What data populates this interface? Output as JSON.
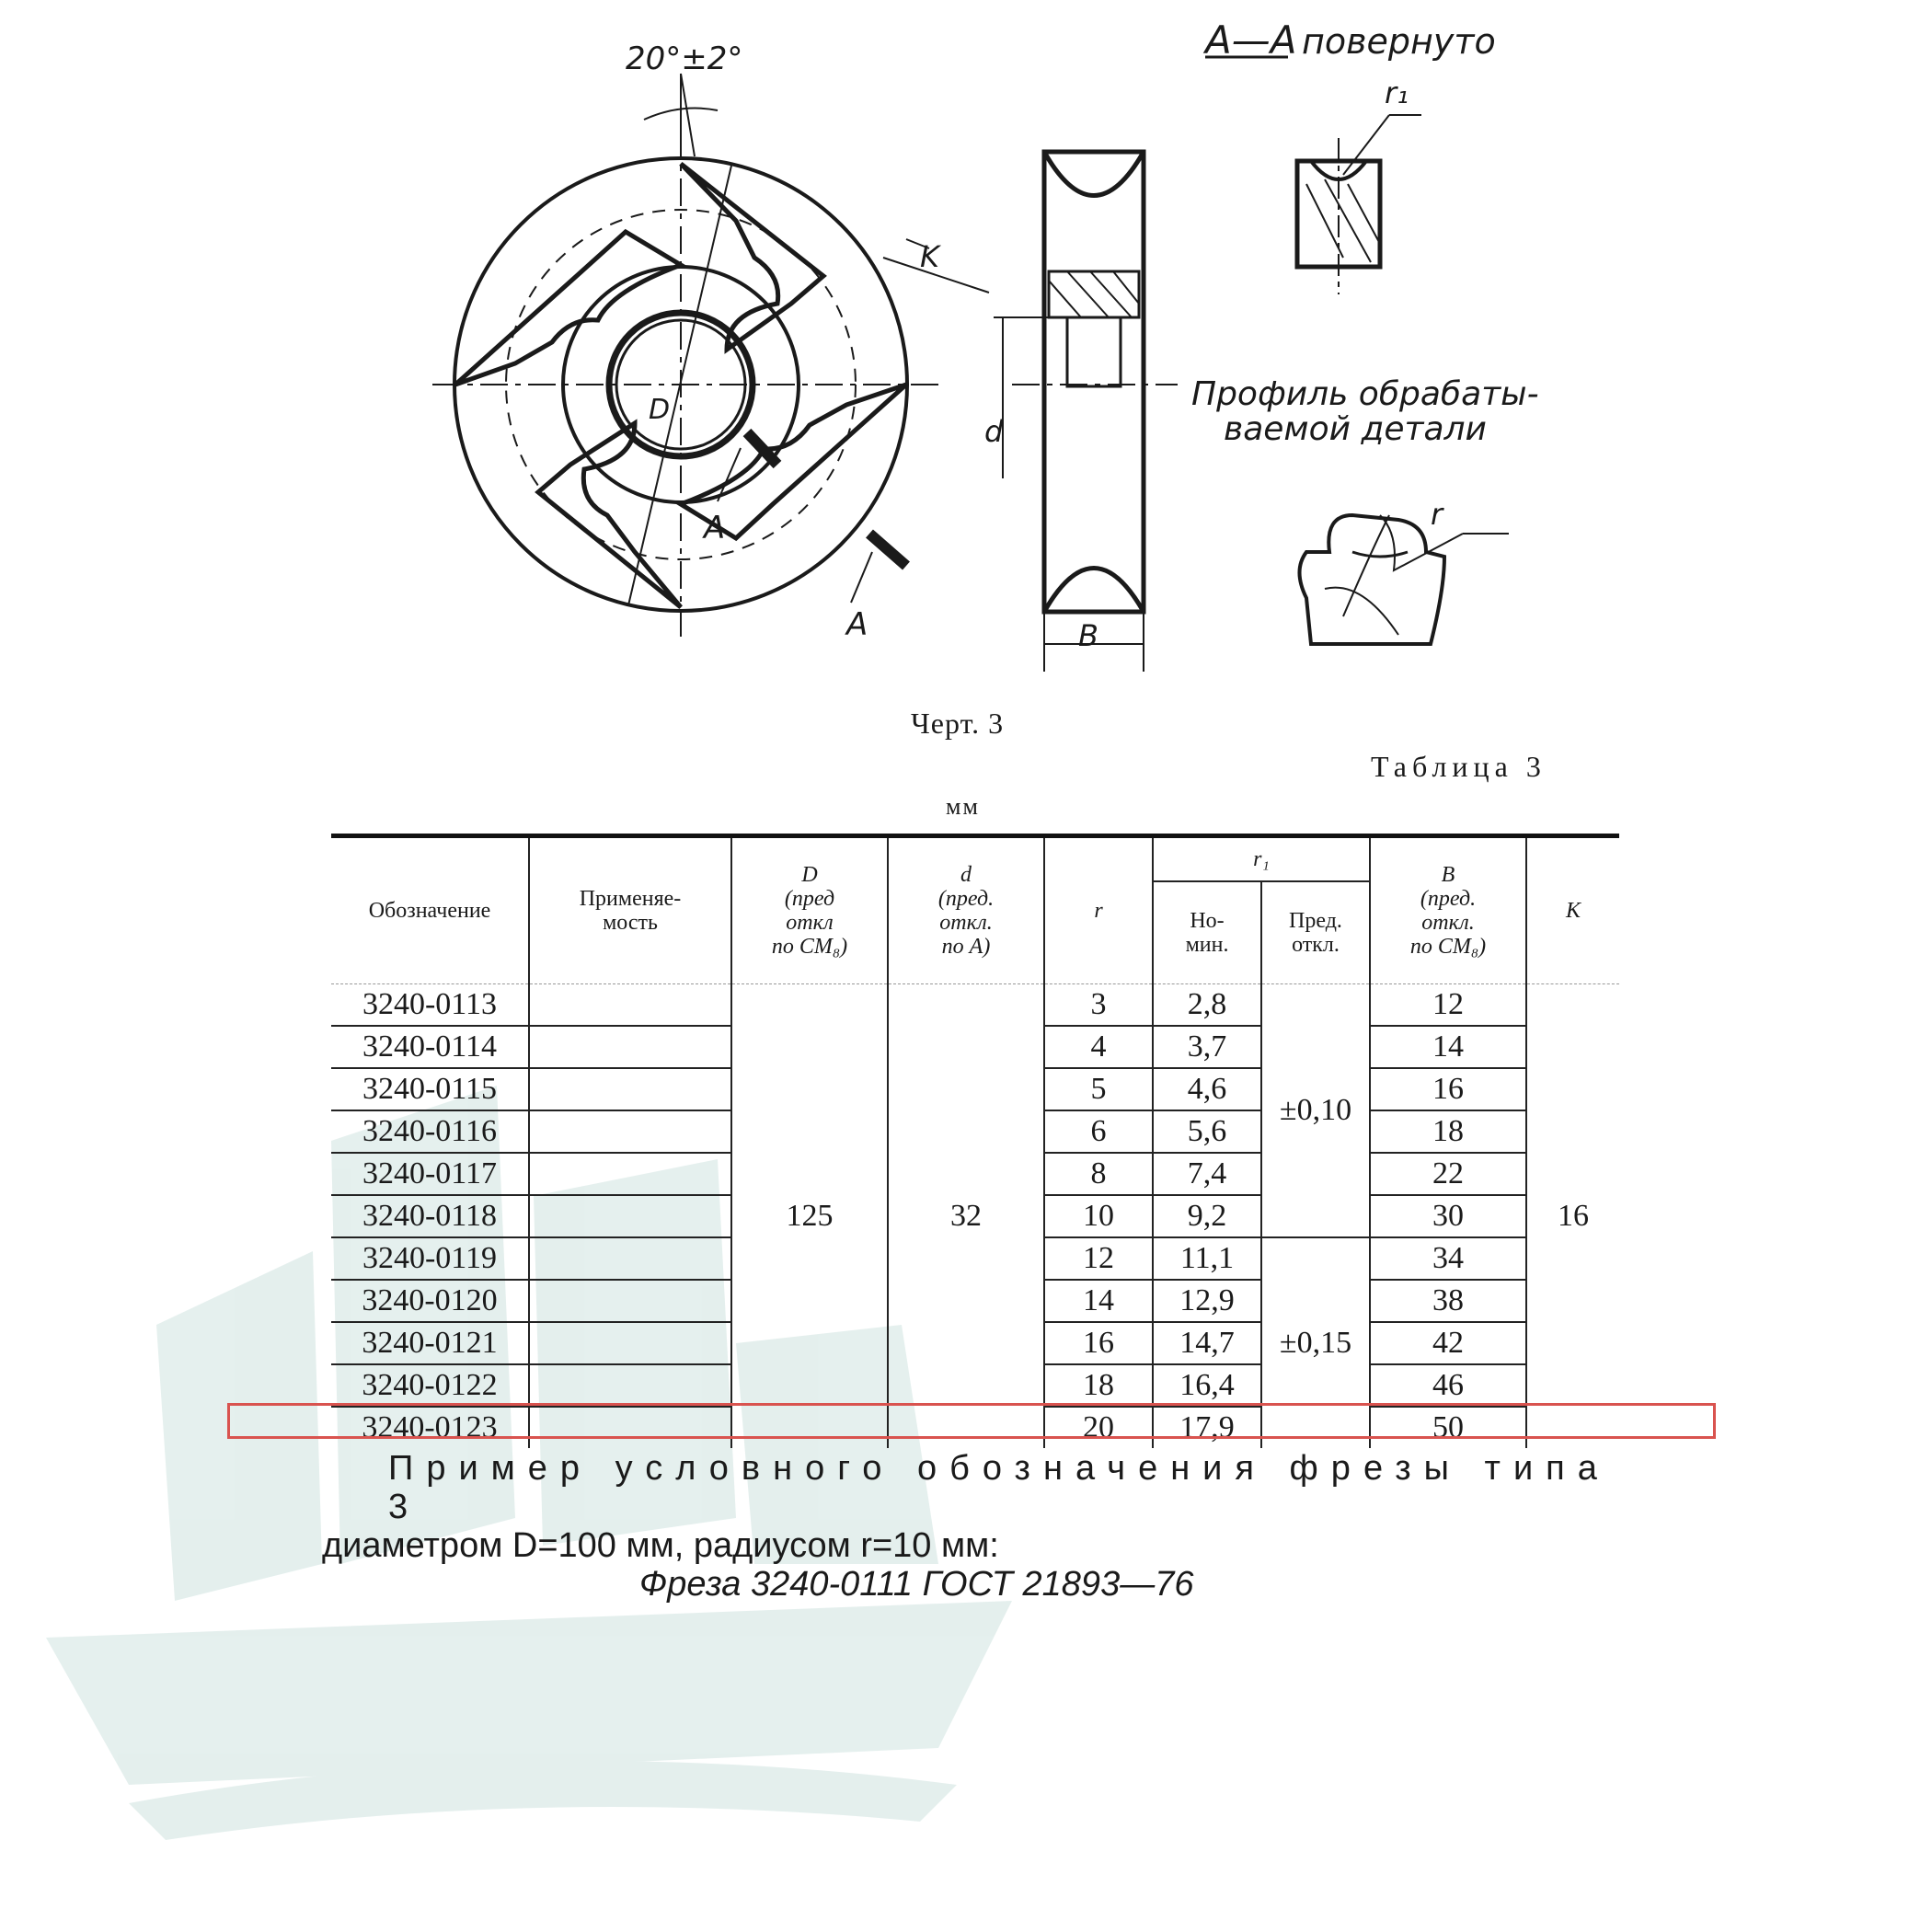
{
  "drawing": {
    "angle_label": "20°±2°",
    "label_K": "K",
    "label_D": "D",
    "label_d": "d",
    "label_B": "B",
    "label_A1": "A",
    "label_A2": "A",
    "section_title": "А—А",
    "section_note": "повернуто",
    "label_r1": "r₁",
    "label_r": "r",
    "profile_line1": "Профиль обрабаты-",
    "profile_line2": "ваемой детали"
  },
  "caption": "Черт. 3",
  "table_title": "Таблица 3",
  "unit": "мм",
  "table": {
    "headers": {
      "designation": "Обозначение",
      "applicability": "Применяе-\nмость",
      "D": "D\n(пред\nоткл\nпо CM₈)",
      "d": "d\n(пред.\nоткл.\nпо A)",
      "r": "r",
      "r1": "r₁",
      "r1_nominal": "Но-\nмин.",
      "r1_tol": "Пред.\nоткл.",
      "B": "B\n(пред.\nоткл.\nпо CM₈)",
      "K": "K"
    },
    "merged": {
      "D": "125",
      "d": "32",
      "tol_1": "±0,10",
      "tol_2": "±0,15",
      "K": "16"
    },
    "rows": [
      {
        "designation": "3240-0113",
        "r": "3",
        "r1": "2,8",
        "B": "12"
      },
      {
        "designation": "3240-0114",
        "r": "4",
        "r1": "3,7",
        "B": "14"
      },
      {
        "designation": "3240-0115",
        "r": "5",
        "r1": "4,6",
        "B": "16"
      },
      {
        "designation": "3240-0116",
        "r": "6",
        "r1": "5,6",
        "B": "18"
      },
      {
        "designation": "3240-0117",
        "r": "8",
        "r1": "7,4",
        "B": "22"
      },
      {
        "designation": "3240-0118",
        "r": "10",
        "r1": "9,2",
        "B": "30"
      },
      {
        "designation": "3240-0119",
        "r": "12",
        "r1": "11,1",
        "B": "34"
      },
      {
        "designation": "3240-0120",
        "r": "14",
        "r1": "12,9",
        "B": "38"
      },
      {
        "designation": "3240-0121",
        "r": "16",
        "r1": "14,7",
        "B": "42"
      },
      {
        "designation": "3240-0122",
        "r": "18",
        "r1": "16,4",
        "B": "46"
      },
      {
        "designation": "3240-0123",
        "r": "20",
        "r1": "17,9",
        "B": "50"
      }
    ]
  },
  "example": {
    "line1": "Пример условного обозначения фрезы типа 3",
    "line2": "диаметром D=100 мм, радиусом r=10 мм:",
    "line3": "Фреза 3240-0111 ГОСТ 21893—76"
  },
  "colors": {
    "highlight": "#d9534f",
    "watermark": "#cfe3e0"
  }
}
